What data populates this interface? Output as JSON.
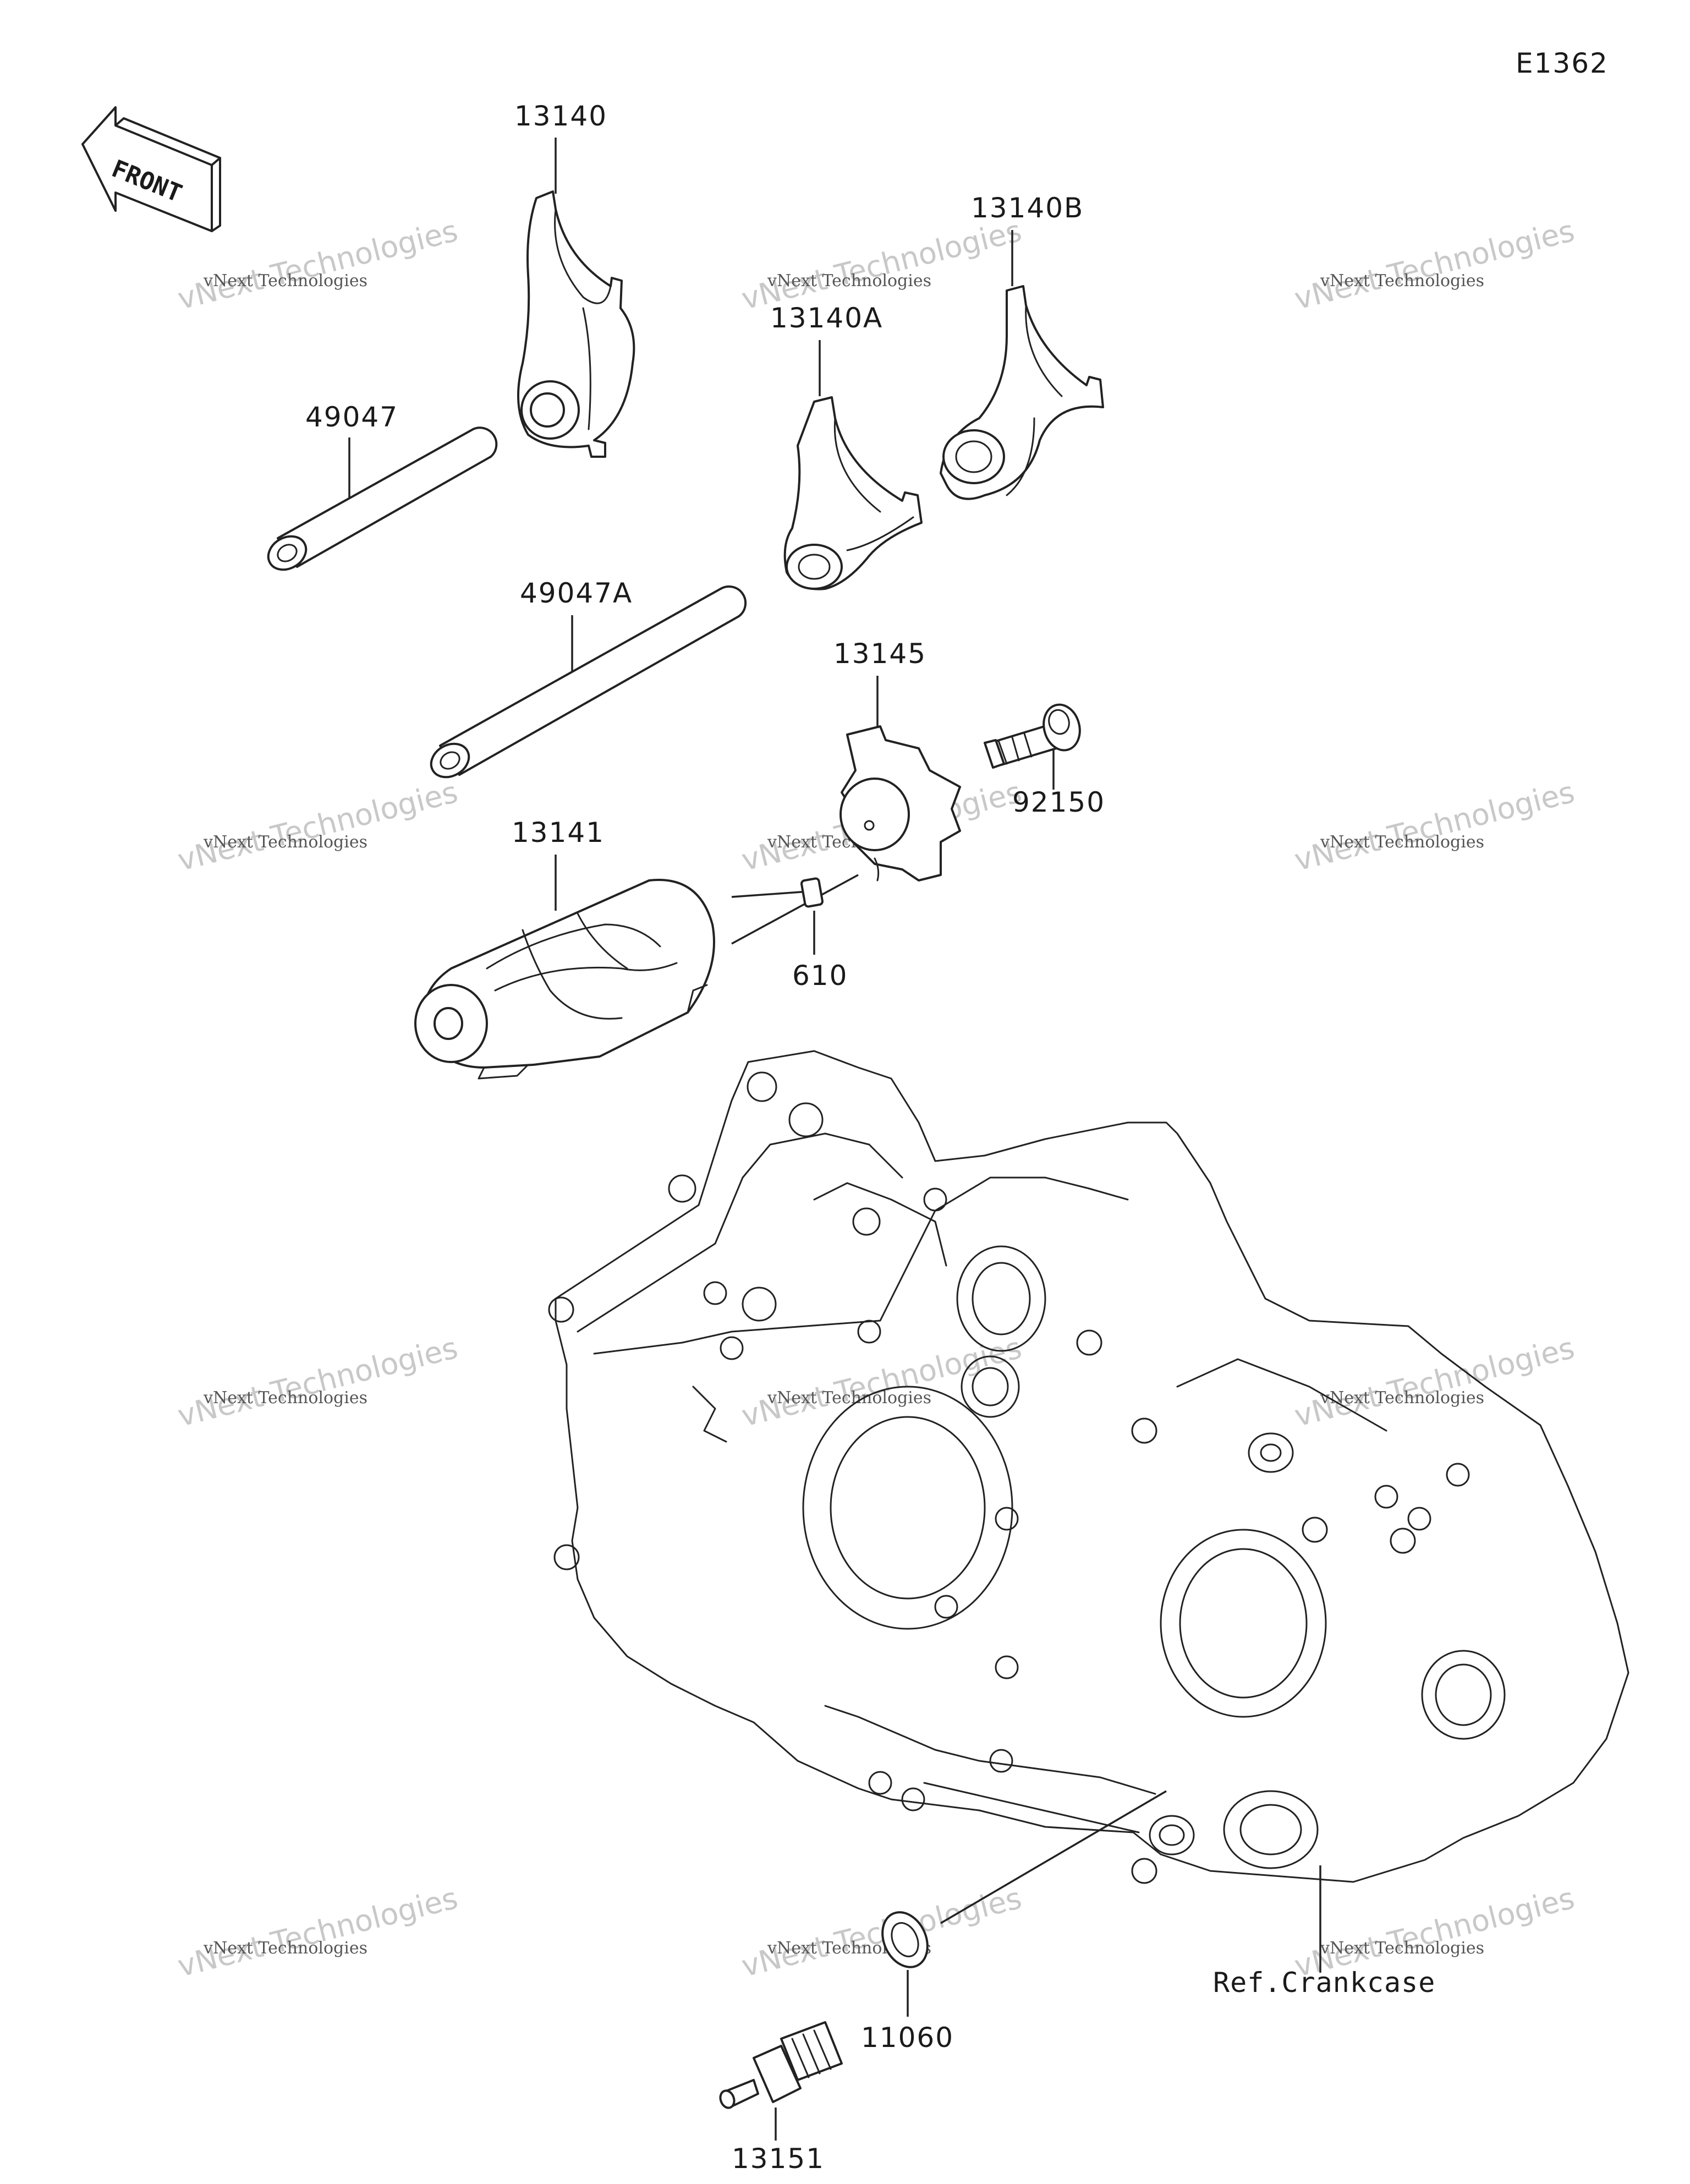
{
  "diagram_code": "E1362",
  "front_label": "FRONT",
  "parts": {
    "p13140": "13140",
    "p13140B": "13140B",
    "p13140A": "13140A",
    "p49047": "49047",
    "p49047A": "49047A",
    "p13145": "13145",
    "p92150": "92150",
    "p13141": "13141",
    "p610": "610",
    "p11060": "11060",
    "p13151": "13151"
  },
  "reference_label": "Ref.Crankcase",
  "watermark": {
    "line1": "vNext Technologies",
    "line2": "vNext Technologies"
  }
}
